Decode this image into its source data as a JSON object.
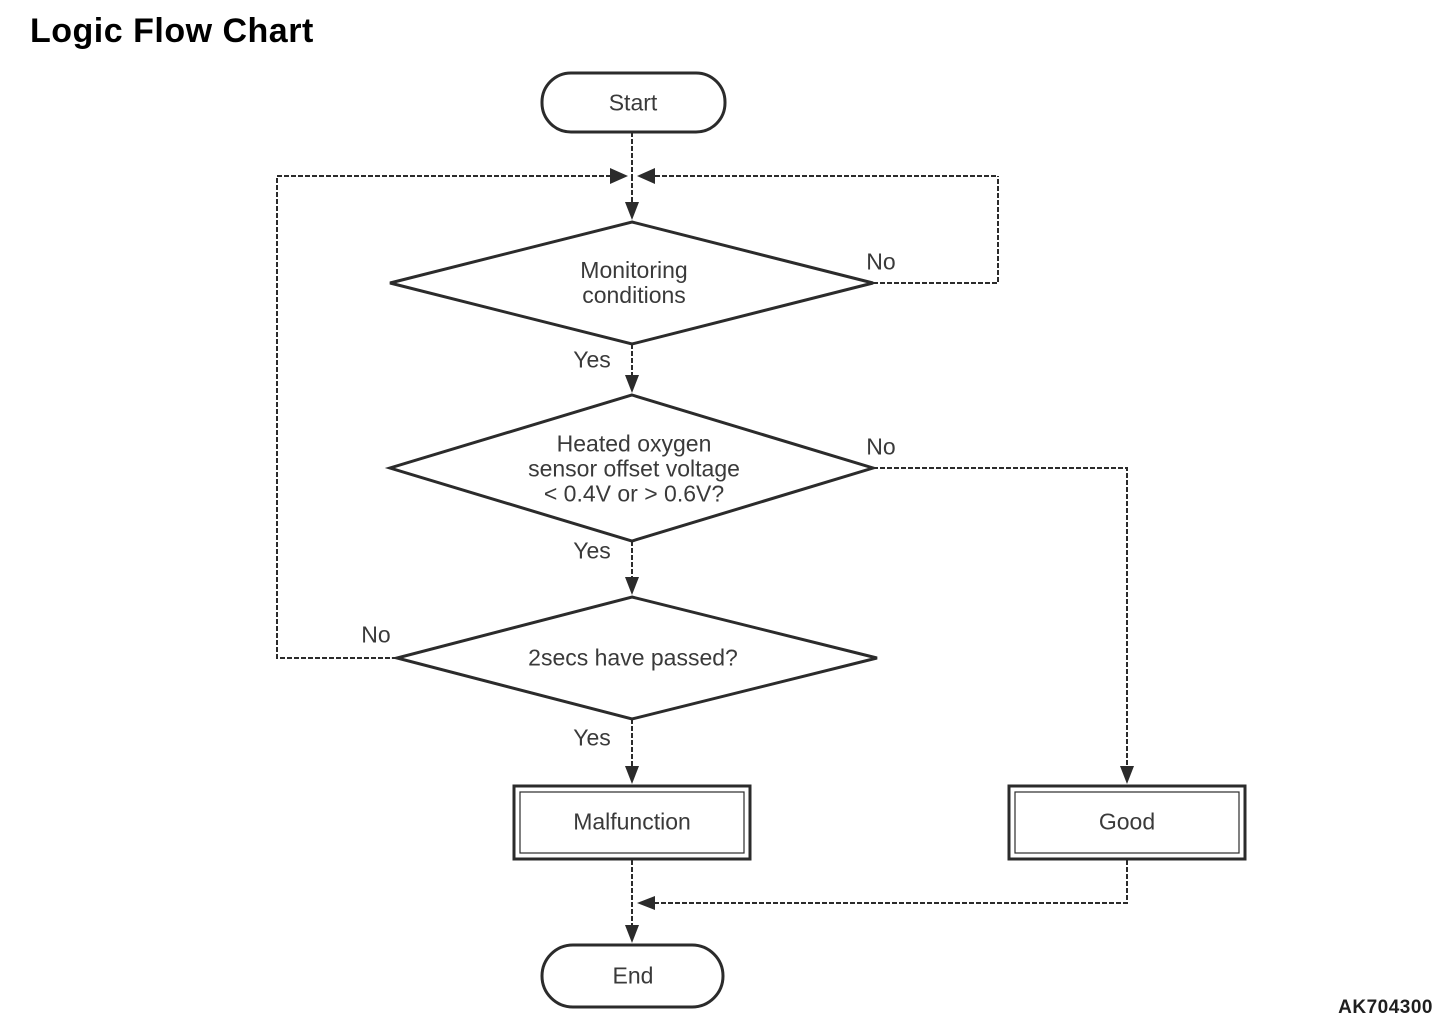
{
  "page": {
    "title": "Logic Flow Chart",
    "figure_code": "AK704300"
  },
  "nodes": {
    "start": {
      "label": "Start"
    },
    "decision_monitoring": {
      "line1": "Monitoring",
      "line2": "conditions"
    },
    "decision_sensor": {
      "line1": "Heated oxygen",
      "line2": "sensor offset voltage",
      "line3": "< 0.4V or > 0.6V?"
    },
    "decision_2secs": {
      "label": "2secs have passed?"
    },
    "malfunction": {
      "label": "Malfunction"
    },
    "good": {
      "label": "Good"
    },
    "end": {
      "label": "End"
    }
  },
  "branch_labels": {
    "monitoring_no": "No",
    "monitoring_yes": "Yes",
    "sensor_no": "No",
    "sensor_yes": "Yes",
    "secs_no": "No",
    "secs_yes": "Yes"
  },
  "colors": {
    "line": "#2b2b2b",
    "node_text": "#3a3a3a",
    "title_text": "#000000"
  }
}
